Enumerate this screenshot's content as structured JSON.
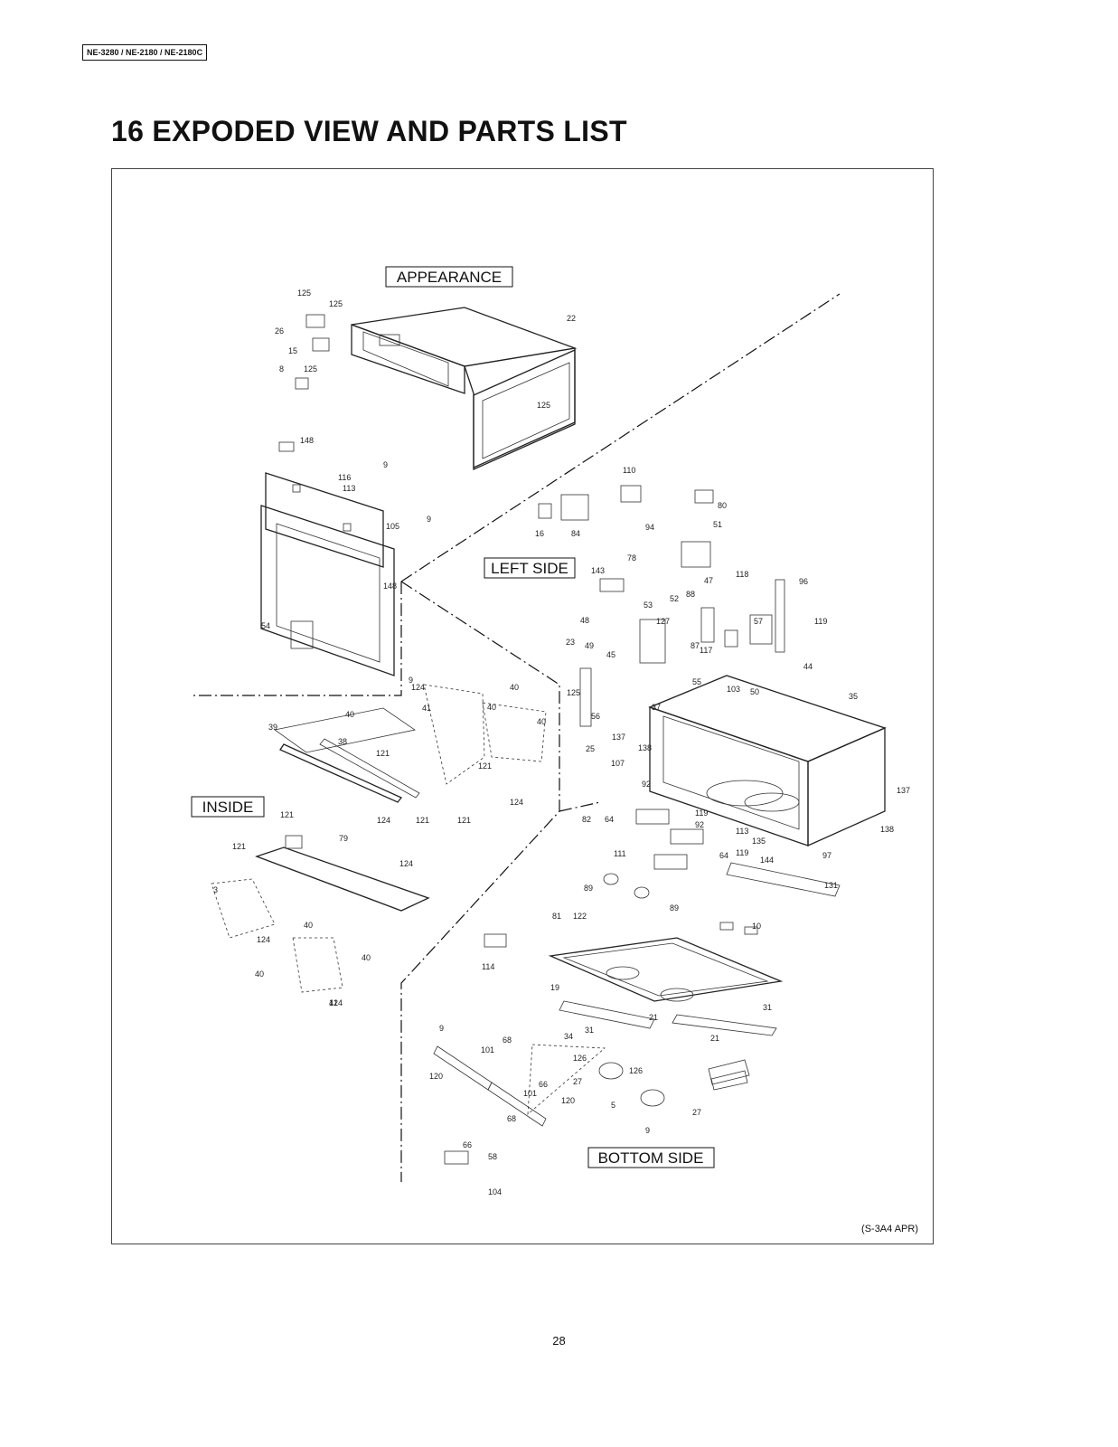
{
  "header": {
    "model_tag": "NE-3280 / NE-2180 / NE-2180C"
  },
  "title": "16 EXPODED VIEW AND PARTS LIST",
  "diagram": {
    "sections": {
      "appearance": "APPEARANCE",
      "left_side": "LEFT SIDE",
      "inside": "INSIDE",
      "bottom_side": "BOTTOM SIDE"
    },
    "code": "(S-3A4 APR)",
    "callouts": [
      "125",
      "125",
      "26",
      "15",
      "8",
      "125",
      "22",
      "125",
      "148",
      "9",
      "116",
      "113",
      "105",
      "9",
      "148",
      "54",
      "110",
      "80",
      "16",
      "84",
      "94",
      "51",
      "78",
      "143",
      "47",
      "118",
      "96",
      "53",
      "52",
      "88",
      "48",
      "127",
      "57",
      "119",
      "23",
      "49",
      "45",
      "87",
      "117",
      "44",
      "55",
      "103",
      "50",
      "35",
      "125",
      "56",
      "37",
      "137",
      "138",
      "25",
      "107",
      "92",
      "82",
      "64",
      "119",
      "92",
      "113",
      "135",
      "64",
      "119",
      "144",
      "97",
      "137",
      "138",
      "111",
      "131",
      "89",
      "89",
      "81",
      "122",
      "10",
      "114",
      "19",
      "31",
      "21",
      "21",
      "31",
      "34",
      "126",
      "126",
      "27",
      "27",
      "5",
      "9",
      "9",
      "68",
      "101",
      "120",
      "66",
      "101",
      "120",
      "68",
      "66",
      "58",
      "104",
      "9",
      "124",
      "40",
      "41",
      "40",
      "40",
      "40",
      "39",
      "38",
      "121",
      "121",
      "124",
      "124",
      "121",
      "121",
      "121",
      "79",
      "121",
      "124",
      "3",
      "40",
      "124",
      "40",
      "124",
      "40",
      "41",
      "40"
    ]
  },
  "page_number": "28"
}
